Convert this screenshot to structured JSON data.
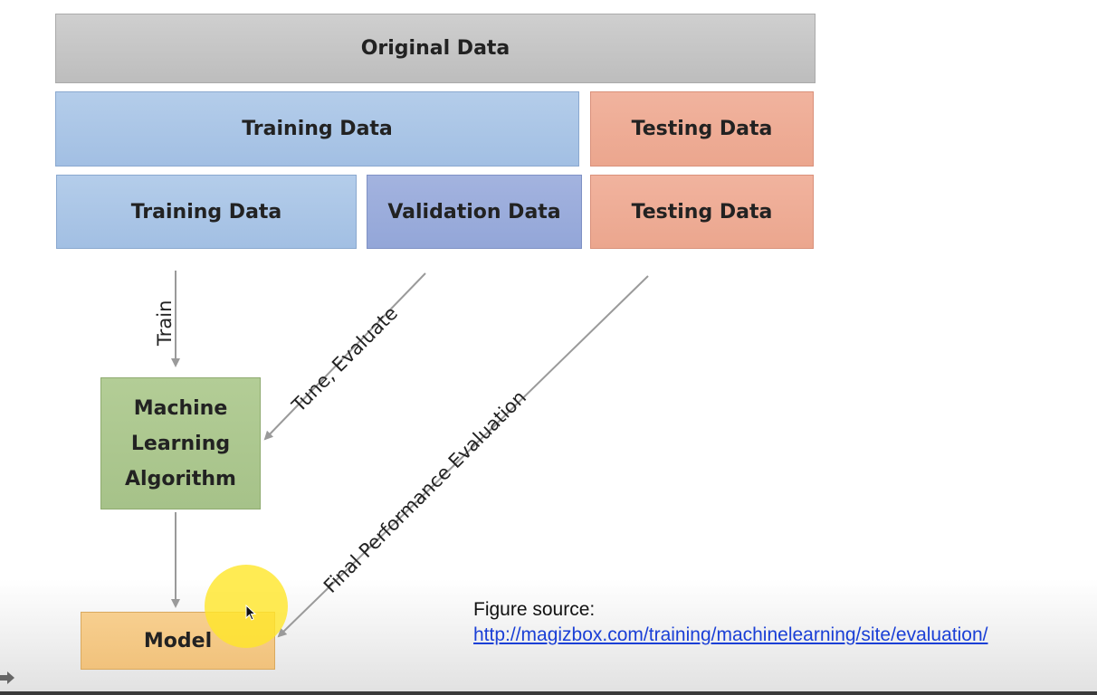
{
  "diagram": {
    "original": "Original Data",
    "row1": {
      "training": "Training Data",
      "testing": "Testing Data"
    },
    "row2": {
      "training": "Training Data",
      "validation": "Validation Data",
      "testing": "Testing Data"
    },
    "algorithm": [
      "Machine",
      "Learning",
      "Algorithm"
    ],
    "model": "Model",
    "edges": {
      "train": "Train",
      "tune": "Tune, Evaluate",
      "final": "Final Performance Evaluation"
    }
  },
  "caption": {
    "label": "Figure source:",
    "link": "http://magizbox.com/training/machinelearning/site/evaluation/"
  },
  "colors": {
    "original": "#c4c4c4",
    "training": "#a9c4e6",
    "validation": "#98aadb",
    "testing": "#eeac94",
    "algorithm": "#abc68e",
    "model": "#f4c885",
    "arrow": "#9a9a9a"
  }
}
